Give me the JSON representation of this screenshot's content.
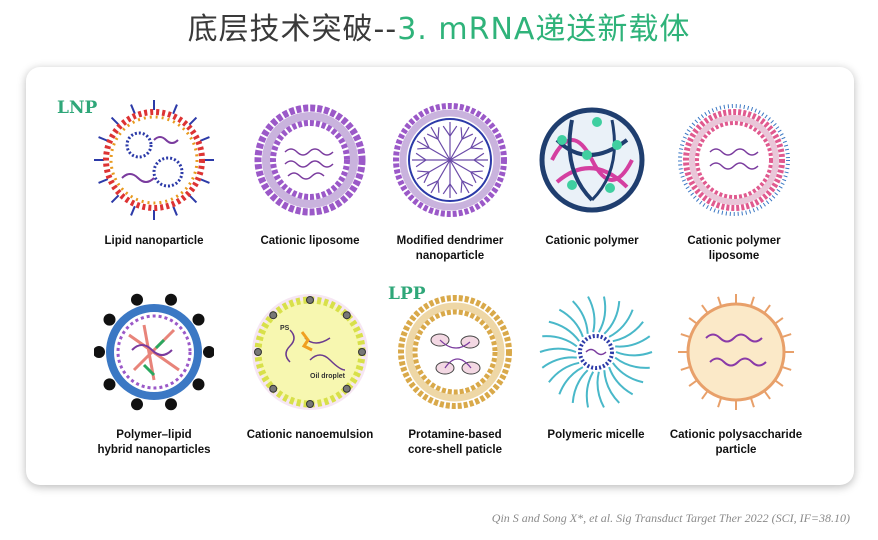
{
  "title": {
    "prefix": "底层技术突破--",
    "highlight": "3. mRNA递送新载体"
  },
  "tags": {
    "lnp": "LNP",
    "lpp": "LPP"
  },
  "carriers": [
    {
      "lines": [
        "Lipid nanoparticle"
      ]
    },
    {
      "lines": [
        "Cationic liposome"
      ]
    },
    {
      "lines": [
        "Modified dendrimer",
        "nanoparticle"
      ]
    },
    {
      "lines": [
        "Cationic polymer"
      ]
    },
    {
      "lines": [
        "Cationic polymer",
        "liposome"
      ]
    },
    {
      "lines": [
        "Polymer–lipid",
        "hybrid nanoparticles"
      ]
    },
    {
      "lines": [
        "Cationic nanoemulsion"
      ]
    },
    {
      "lines": [
        "Protamine-based",
        "core-shell paticle"
      ]
    },
    {
      "lines": [
        "Polymeric micelle"
      ]
    },
    {
      "lines": [
        "Cationic polysaccharide",
        "particle"
      ]
    }
  ],
  "inner_labels": {
    "ps": "PS",
    "oil_droplet": "Oil droplet"
  },
  "citation": "Qin S and Song X*, et al. Sig Transduct Target Ther 2022 (SCI, IF=38.10)",
  "colors": {
    "title_accent": "#2fb37a",
    "tag": "#2fa779",
    "lipid_head": "#9b59c8",
    "shell_blue": "#3b78c4",
    "mrna": "#7a3b9e"
  }
}
